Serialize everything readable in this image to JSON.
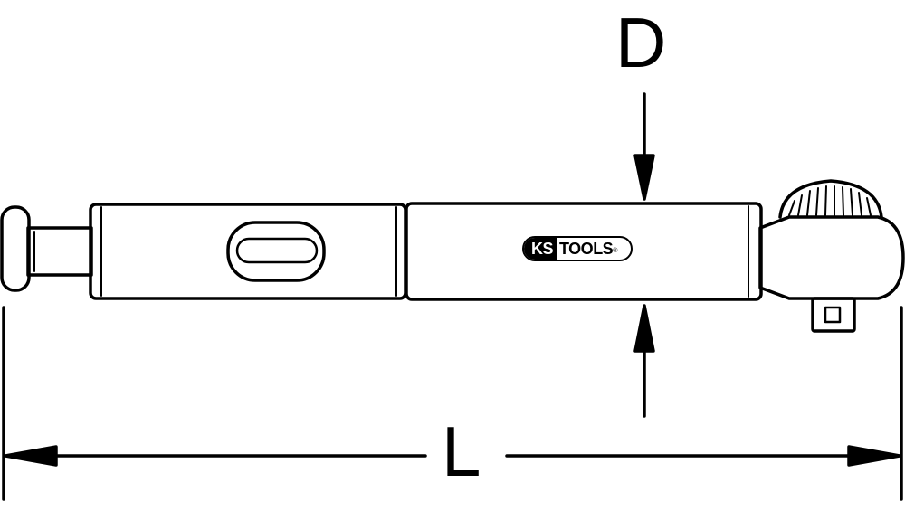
{
  "dimensions": {
    "depth_label": "D",
    "length_label": "L"
  },
  "logo": {
    "brand_prefix": "KS",
    "brand_suffix": "TOOLS",
    "registered_mark": "®"
  },
  "colors": {
    "line": "#000000",
    "background": "#ffffff"
  }
}
